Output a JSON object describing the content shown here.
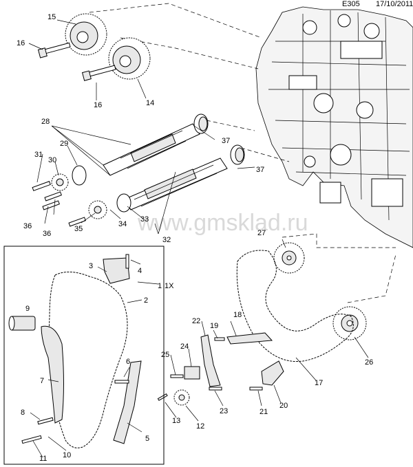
{
  "header": {
    "code": "E305",
    "date": "17/10/2011"
  },
  "watermark": "www.gmsklad.ru",
  "box_label": "1X",
  "callouts": {
    "n1": "1",
    "n2": "2",
    "n3": "3",
    "n4": "4",
    "n5": "5",
    "n6": "6",
    "n7": "7",
    "n8": "8",
    "n9": "9",
    "n10": "10",
    "n11": "11",
    "n12": "12",
    "n13": "13",
    "n14": "14",
    "n15": "15",
    "n16a": "16",
    "n16b": "16",
    "n17": "17",
    "n18": "18",
    "n19": "19",
    "n20": "20",
    "n21": "21",
    "n22": "22",
    "n23": "23",
    "n24": "24",
    "n25": "25",
    "n26": "26",
    "n27": "27",
    "n28": "28",
    "n29": "29",
    "n30": "30",
    "n31": "31",
    "n32": "32",
    "n33": "33",
    "n34": "34",
    "n35": "35",
    "n36a": "36",
    "n36b": "36",
    "n37a": "37",
    "n37b": "37"
  }
}
